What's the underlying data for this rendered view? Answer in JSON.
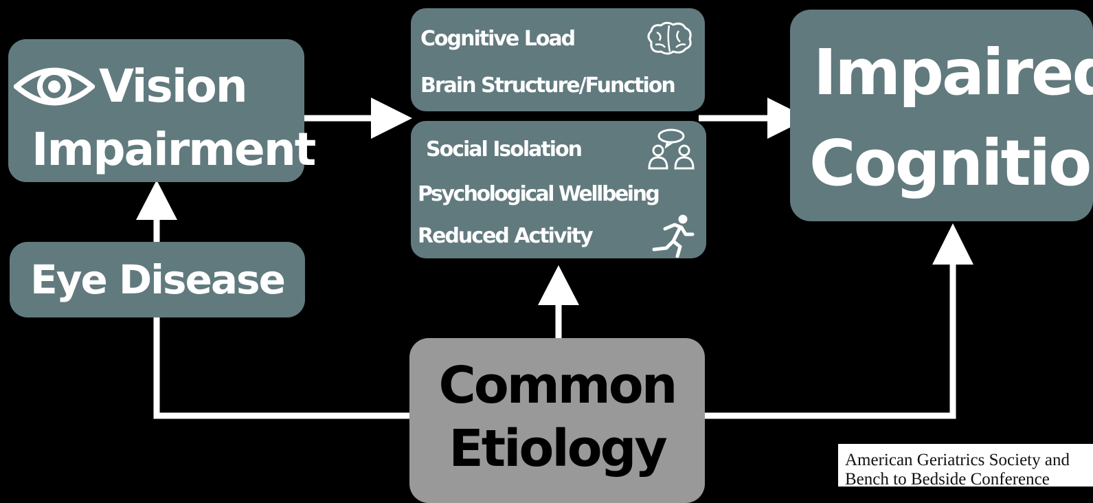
{
  "vision": {
    "line1": "Vision",
    "line2": "Impairment",
    "icon": "eye-icon"
  },
  "eye_disease": {
    "label": "Eye Disease"
  },
  "mechanisms_top": {
    "items": [
      "Cognitive Load",
      "Brain Structure/Function"
    ],
    "icon": "brain-icon"
  },
  "mechanisms_bottom": {
    "items": [
      "Social Isolation",
      "Psychological Wellbeing",
      "Reduced Activity"
    ],
    "icons": [
      "people-chat-icon",
      "runner-icon"
    ]
  },
  "impaired": {
    "line1": "Impaired",
    "line2": "Cognition"
  },
  "common": {
    "line1": "Common",
    "line2": "Etiology"
  },
  "caption": {
    "line1": "American Geriatrics Society and",
    "line2": "Bench to Bedside Conference"
  },
  "colors": {
    "box": "#617a7e",
    "etiology_box": "#999999",
    "background": "#000000",
    "arrow": "#ffffff"
  }
}
